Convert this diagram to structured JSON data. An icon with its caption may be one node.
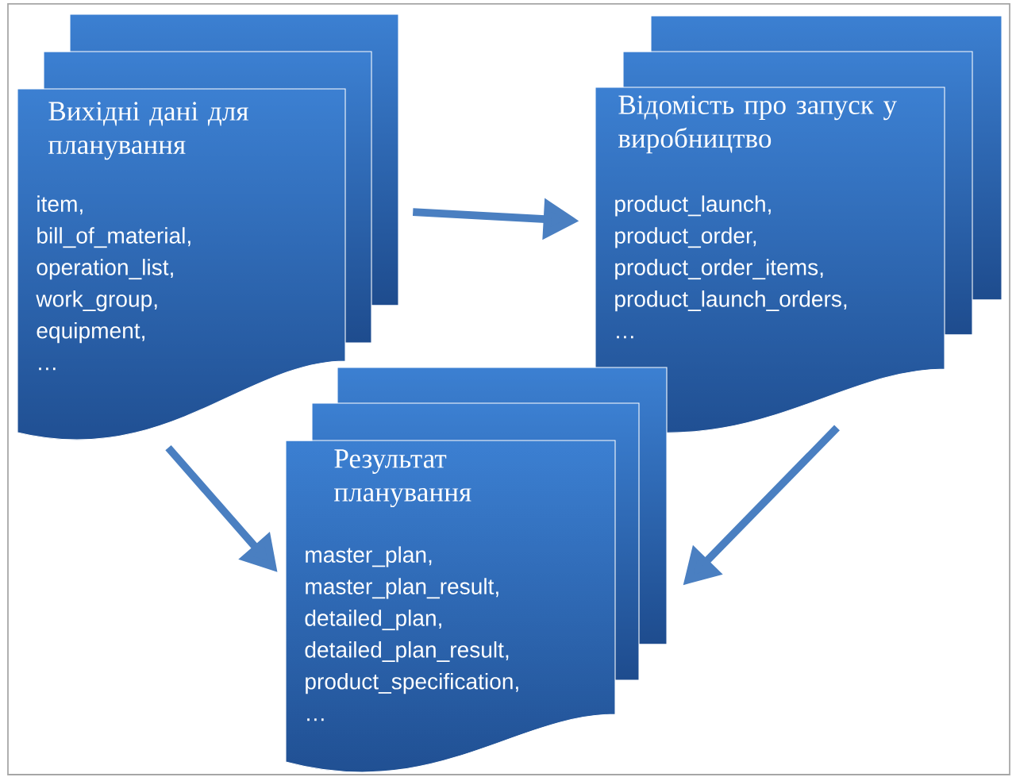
{
  "diagram": {
    "nodes": [
      {
        "text": [
          "Вихідні дані для планування",
          "item,",
          "bill_of_material,",
          "operation_list,",
          "work_group,",
          "equipment,",
          "…"
        ]
      },
      {
        "text": [
          "Відомість про запуск у виробництво",
          "product_launch,",
          "product_order,",
          "product_order_items,",
          "product_launch_orders,",
          "…"
        ]
      },
      {
        "text": [
          "Результат планування",
          "master_plan,",
          "master_plan_result,",
          "detailed_plan,",
          "detailed_plan_result,",
          "product_specification,",
          "…"
        ]
      }
    ],
    "edges": [
      {
        "from": 0,
        "to": 1,
        "arrow": "to"
      },
      {
        "from": 0,
        "to": 2,
        "arrow": "to"
      },
      {
        "from": 1,
        "to": 2,
        "arrow": "to"
      }
    ]
  }
}
